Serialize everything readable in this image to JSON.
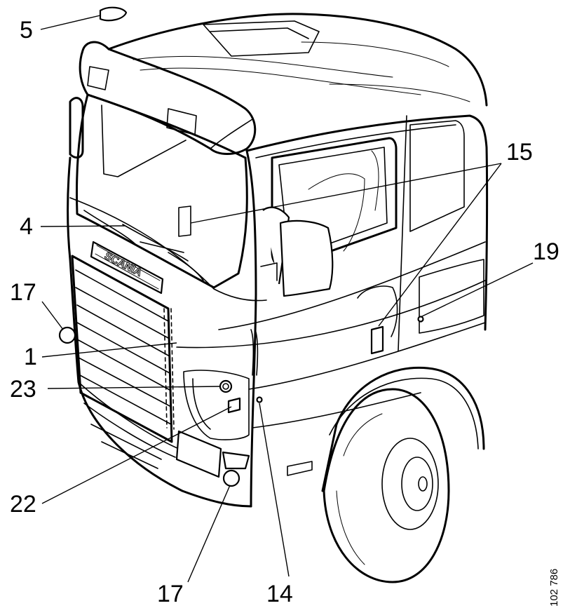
{
  "diagram": {
    "reference_code": "102 786",
    "badge_text": "SCANIA",
    "callouts": [
      {
        "id": "c5",
        "label": "5"
      },
      {
        "id": "c15",
        "label": "15"
      },
      {
        "id": "c4",
        "label": "4"
      },
      {
        "id": "c19",
        "label": "19"
      },
      {
        "id": "c17a",
        "label": "17"
      },
      {
        "id": "c1",
        "label": "1"
      },
      {
        "id": "c23",
        "label": "23"
      },
      {
        "id": "c22",
        "label": "22"
      },
      {
        "id": "c17b",
        "label": "17"
      },
      {
        "id": "c14",
        "label": "14"
      }
    ]
  }
}
